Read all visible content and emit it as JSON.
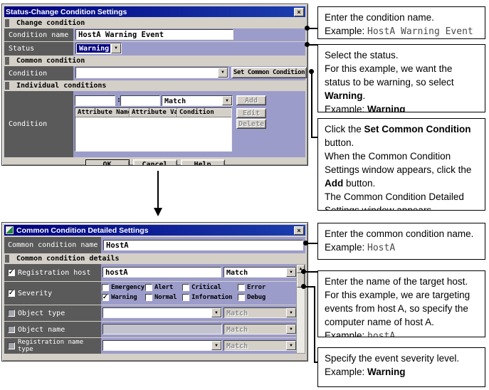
{
  "dialog1": {
    "title": "Status-Change Condition Settings",
    "close_glyph": "×",
    "section_change": "Change condition",
    "section_common": "Common condition",
    "section_individual": "Individual conditions",
    "condition_name_label": "Condition name",
    "condition_name_value": "HostA Warning Event",
    "status_label": "Status",
    "status_value": "Warning",
    "condition_label": "Condition",
    "set_common_button": "Set Common Condition",
    "individual_condition_label": "Condition",
    "colon": ":",
    "match_value": "Match",
    "add_button": "Add",
    "edit_button": "Edit",
    "delete_button": "Delete",
    "table_headers": [
      "Attribute Name",
      "Attribute Value",
      "Condition"
    ],
    "ok_button": "OK",
    "cancel_button": "Cancel",
    "help_button": "Help",
    "dropdown_glyph": "▼"
  },
  "dialog2": {
    "title": "Common Condition Detailed Settings",
    "close_glyph": "×",
    "name_label": "Common condition name",
    "name_value": "HostA",
    "section_details": "Common condition details",
    "scroll_up_glyph": "▲",
    "rows": {
      "registration_host": {
        "label": "Registration host",
        "checked": true,
        "value": "hostA",
        "match": "Match"
      },
      "severity": {
        "label": "Severity",
        "checked": true
      },
      "object_type": {
        "label": "Object type",
        "checked": false,
        "match": "Match"
      },
      "object_name": {
        "label": "Object name",
        "checked": false,
        "match": "Match"
      },
      "registration_name_type": {
        "label": "Registration name type",
        "checked": false,
        "match": "Match"
      }
    },
    "severity_options": [
      {
        "label": "Emergency",
        "checked": false
      },
      {
        "label": "Alert",
        "checked": false
      },
      {
        "label": "Critical",
        "checked": false
      },
      {
        "label": "Error",
        "checked": false
      },
      {
        "label": "Warning",
        "checked": true
      },
      {
        "label": "Normal",
        "checked": false
      },
      {
        "label": "Information",
        "checked": false
      },
      {
        "label": "Debug",
        "checked": false
      }
    ]
  },
  "callouts": {
    "c1": {
      "p1": "Enter the condition name.",
      "example_label": "Example: ",
      "example_value": "HostA Warning Event"
    },
    "c2": {
      "p1": "Select the status.",
      "p2a": "For this example, we want the status to be warning, so select ",
      "p2b": "Warning",
      "p2c": ".",
      "example_label": "Example: ",
      "example_value": "Warning"
    },
    "c3": {
      "p1a": "Click the ",
      "p1b": "Set Common Condition",
      "p1c": " button.",
      "p2a": "When the Common Condition Settings window appears, click the ",
      "p2b": "Add",
      "p2c": " button.",
      "p3": "The Common Condition Detailed Settings window appears."
    },
    "c4": {
      "p1": "Enter the common condition name.",
      "example_label": "Example: ",
      "example_value": "HostA"
    },
    "c5": {
      "p1": "Enter the name of the target host.",
      "p2": "For this example, we are targeting events from host A, so specify the computer name of host A.",
      "example_label": "Example: ",
      "example_value": "hostA"
    },
    "c6": {
      "p1": "Specify the event severity level.",
      "example_label": "Example: ",
      "example_value": "Warning"
    }
  },
  "colors": {
    "titlebar": "#000080",
    "chrome": "#d4d0c8",
    "label_cell": "#5a5a5a",
    "row_background": "#9c9cca",
    "selection": "#000080"
  }
}
